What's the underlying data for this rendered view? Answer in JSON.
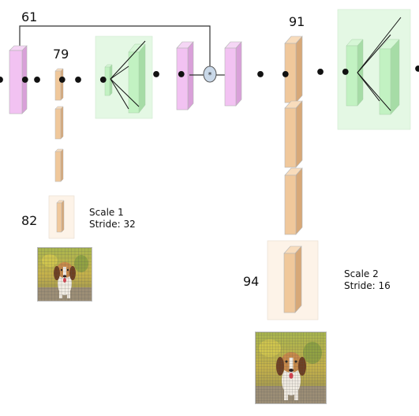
{
  "labels": {
    "l61": "61",
    "l79": "79",
    "l91": "91",
    "l82": "82",
    "l94": "94"
  },
  "scale1": {
    "scale": "Scale 1",
    "stride": "Stride: 32"
  },
  "scale2": {
    "scale": "Scale 2",
    "stride": "Stride: 16"
  },
  "ellipsis": "• •",
  "concat_symbol": "*",
  "colors": {
    "pink_layer": "#f2c2f2",
    "orange_layer": "#f0c89b",
    "green_layer": "#c2f2c2",
    "green_box": "#e4f8e4",
    "orange_box": "#fdf3e8"
  }
}
